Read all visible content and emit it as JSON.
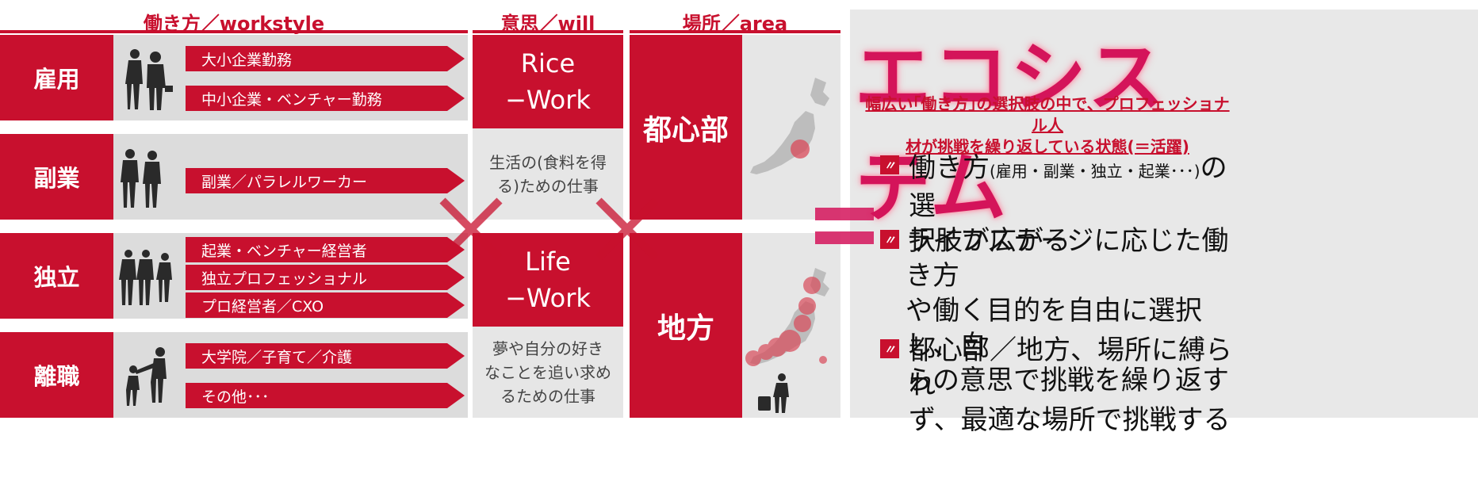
{
  "headers": {
    "workstyle": "働き方／workstyle",
    "will": "意思／will",
    "area": "場所／area"
  },
  "rows": [
    {
      "label": "雇用",
      "items": [
        "大小企業勤務",
        "中小企業・ベンチャー勤務"
      ]
    },
    {
      "label": "副業",
      "items": [
        "副業／パラレルワーカー"
      ]
    },
    {
      "label": "独立",
      "items": [
        "起業・ベンチャー経営者",
        "独立プロフェッショナル",
        "プロ経営者／CXO"
      ]
    },
    {
      "label": "離職",
      "items": [
        "大学院／子育て／介護",
        "その他･･･"
      ]
    }
  ],
  "will": {
    "rice_line1": "Rice",
    "rice_line2": "−Work",
    "rice_desc_line1": "生活の(食料を得",
    "rice_desc_line2": "る)ための仕事",
    "life_line1": "Life",
    "life_line2": "−Work",
    "life_desc_line1": "夢や自分の好き",
    "life_desc_line2": "なことを追い求め",
    "life_desc_line3": "るための仕事"
  },
  "area": {
    "urban": "都心部",
    "rural": "地方"
  },
  "ecosystem": {
    "title": "エコシステム",
    "subtitle_line1": "幅広い｢働き方｣の選択肢の中で、プロフェッショナル人",
    "subtitle_line2": "材が挑戦を繰り返している状態(＝活躍)",
    "bullets": [
      {
        "pre": "働き方",
        "small": "(雇用・副業・独立・起業･･･)",
        "post": "の選",
        "line2": "択肢が広がる"
      },
      {
        "line1": "ライフステージに応じた働き方",
        "line2": "や働く目的を自由に選択し、自",
        "line3": "らの意思で挑戦を繰り返す"
      },
      {
        "line1": "都心部／地方、場所に縛られ",
        "line2": "ず、最適な場所で挑戦する"
      }
    ],
    "bullet_icon": "〃"
  },
  "colors": {
    "accent": "#c8102e",
    "gray": "#dcdcdc",
    "eco": "#d4145a"
  },
  "icons": [
    "people-silhouette-icon",
    "japan-map-icon",
    "cross-icon",
    "equals-icon"
  ]
}
